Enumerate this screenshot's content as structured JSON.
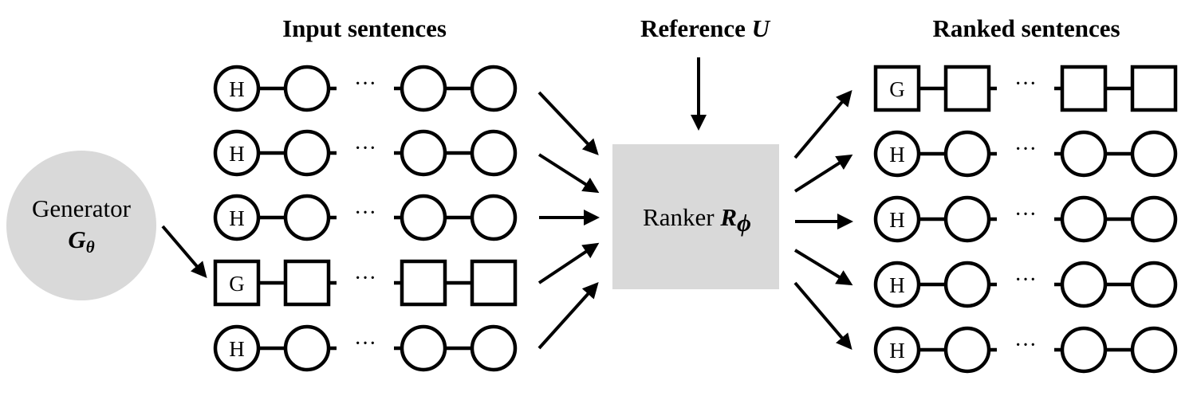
{
  "titles": {
    "input": "Input sentences",
    "reference_prefix": "Reference ",
    "reference_symbol": "U",
    "ranked": "Ranked sentences"
  },
  "generator": {
    "label": "Generator",
    "symbol": "G",
    "subscript": "θ"
  },
  "ranker": {
    "label": "Ranker ",
    "symbol": "R",
    "subscript": "ϕ"
  },
  "ellipsis": "···",
  "input_sentences": [
    {
      "source": "H"
    },
    {
      "source": "H"
    },
    {
      "source": "H"
    },
    {
      "source": "G"
    },
    {
      "source": "H"
    }
  ],
  "ranked_sentences": [
    {
      "source": "G"
    },
    {
      "source": "H"
    },
    {
      "source": "H"
    },
    {
      "source": "H"
    },
    {
      "source": "H"
    }
  ]
}
